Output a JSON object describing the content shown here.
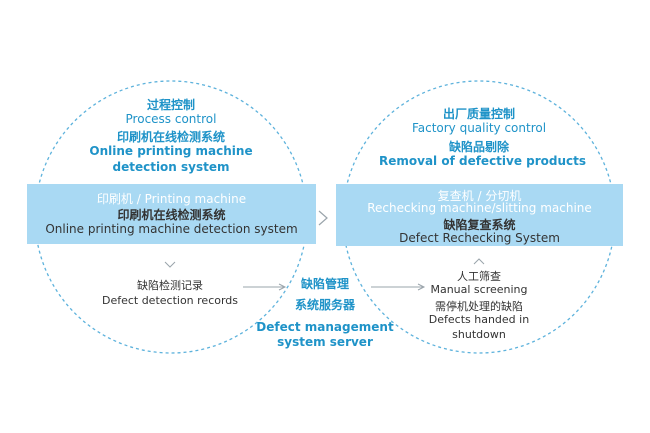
{
  "left_circle": {
    "top": {
      "zh1": "过程控制",
      "en1": "Process control",
      "zh2": "印刷机在线检测系统",
      "en2a": "Online printing machine",
      "en2b": "detection system"
    },
    "box": {
      "line1": "印刷机 / Printing machine",
      "line2": "印刷机在线检测系统",
      "line3": "Online printing machine detection system"
    },
    "bottom": {
      "zh": "缺陷检测记录",
      "en": "Defect detection records"
    }
  },
  "right_circle": {
    "top": {
      "zh1": "出厂质量控制",
      "en1": "Factory quality control",
      "zh2": "缺陷品剔除",
      "en2": "Removal of defective products"
    },
    "box": {
      "line1": "复查机 / 分切机",
      "line2": "Rechecking machine/slitting machine",
      "line3": "缺陷复查系统",
      "line4": "Defect Rechecking System"
    },
    "bottom": {
      "zh1": "人工筛查",
      "en1": "Manual screening",
      "zh2": "需停机处理的缺陷",
      "en2a": "Defects handed in",
      "en2b": "shutdown"
    }
  },
  "center": {
    "zh1": "缺陷管理",
    "zh2": "系统服务器",
    "en1": "Defect management",
    "en2": "system server"
  },
  "colors": {
    "accent": "#1f93c8",
    "box_fill": "#a9d9f3",
    "text_dark": "#333333",
    "circle_stroke": "#5db2dc"
  }
}
